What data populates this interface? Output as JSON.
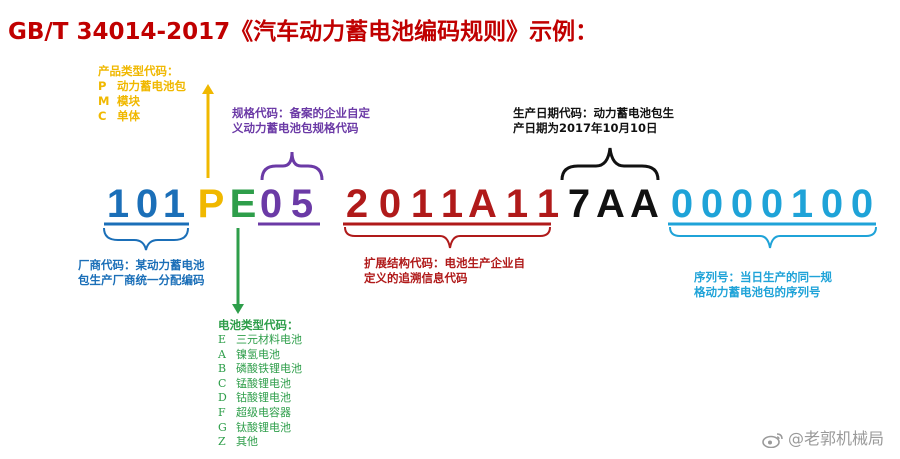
{
  "title": "GB/T 34014-2017《汽车动力蓄电池编码规则》示例：",
  "code": [
    {
      "char": "1",
      "color": "#1b6fb8"
    },
    {
      "char": "0",
      "color": "#1b6fb8"
    },
    {
      "char": "1",
      "color": "#1b6fb8"
    },
    {
      "char": "P",
      "color": "#f0b800"
    },
    {
      "char": "E",
      "color": "#2e9e4a"
    },
    {
      "char": "0",
      "color": "#6b3aa6"
    },
    {
      "char": "5",
      "color": "#6b3aa6"
    },
    {
      "char": "2",
      "color": "#b01a1a"
    },
    {
      "char": "0",
      "color": "#b01a1a"
    },
    {
      "char": "1",
      "color": "#b01a1a"
    },
    {
      "char": "1",
      "color": "#b01a1a"
    },
    {
      "char": "A",
      "color": "#b01a1a"
    },
    {
      "char": "1",
      "color": "#b01a1a"
    },
    {
      "char": "1",
      "color": "#b01a1a"
    },
    {
      "char": "7",
      "color": "#111111"
    },
    {
      "char": "A",
      "color": "#111111"
    },
    {
      "char": "A",
      "color": "#111111"
    },
    {
      "char": "0",
      "color": "#1fa3d8"
    },
    {
      "char": "0",
      "color": "#1fa3d8"
    },
    {
      "char": "0",
      "color": "#1fa3d8"
    },
    {
      "char": "0",
      "color": "#1fa3d8"
    },
    {
      "char": "1",
      "color": "#1fa3d8"
    },
    {
      "char": "0",
      "color": "#1fa3d8"
    },
    {
      "char": "0",
      "color": "#1fa3d8"
    }
  ],
  "product_type": {
    "heading": "产品类型代码：",
    "items": [
      {
        "key": "P",
        "label": "动力蓄电池包"
      },
      {
        "key": "M",
        "label": "模块"
      },
      {
        "key": "C",
        "label": "单体"
      }
    ]
  },
  "spec_code": {
    "lines": [
      "规格代码：备案的企业自定",
      "义动力蓄电池包规格代码"
    ]
  },
  "date_code": {
    "lines": [
      "生产日期代码：动力蓄电池包生",
      "产日期为2017年10月10日"
    ]
  },
  "maker_code": {
    "lines": [
      "厂商代码：某动力蓄电池",
      "包生产厂商统一分配编码"
    ]
  },
  "ext_code": {
    "lines": [
      "扩展结构代码：电池生产企业自",
      "定义的追溯信息代码"
    ]
  },
  "serial_code": {
    "lines": [
      "序列号：当日生产的同一规",
      "格动力蓄电池包的序列号"
    ]
  },
  "battery_type": {
    "heading": "电池类型代码：",
    "items": [
      {
        "key": "E",
        "label": "三元材料电池"
      },
      {
        "key": "A",
        "label": "镍氢电池"
      },
      {
        "key": "B",
        "label": "磷酸铁锂电池"
      },
      {
        "key": "C",
        "label": "锰酸锂电池"
      },
      {
        "key": "D",
        "label": "钴酸锂电池"
      },
      {
        "key": "F",
        "label": "超级电容器"
      },
      {
        "key": "G",
        "label": "钛酸锂电池"
      },
      {
        "key": "Z",
        "label": "其他"
      }
    ]
  },
  "watermark": "@老郭机械局",
  "colors": {
    "title": "#c00000",
    "maker": "#1b6fb8",
    "product": "#f0b800",
    "battery": "#2e9e4a",
    "spec": "#6b3aa6",
    "ext": "#b01a1a",
    "date": "#111111",
    "serial": "#1fa3d8"
  }
}
